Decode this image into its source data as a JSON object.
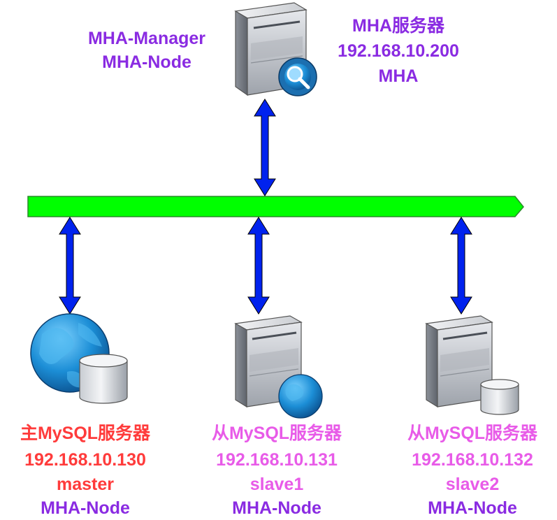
{
  "manager": {
    "role_line1": "MHA-Manager",
    "role_line2": "MHA-Node",
    "title": "MHA服务器",
    "ip": "192.168.10.200",
    "name": "MHA"
  },
  "master": {
    "title": "主MySQL服务器",
    "ip": "192.168.10.130",
    "name": "master",
    "role": "MHA-Node"
  },
  "slave1": {
    "title": "从MySQL服务器",
    "ip": "192.168.10.131",
    "name": "slave1",
    "role": "MHA-Node"
  },
  "slave2": {
    "title": "从MySQL服务器",
    "ip": "192.168.10.132",
    "name": "slave2",
    "role": "MHA-Node"
  },
  "colors": {
    "bus": "#00ff00",
    "arrow": "#0022ee",
    "manager_text": "#8a2be2",
    "master_text": "#ff3b3b",
    "slave_text": "#e85be8"
  }
}
